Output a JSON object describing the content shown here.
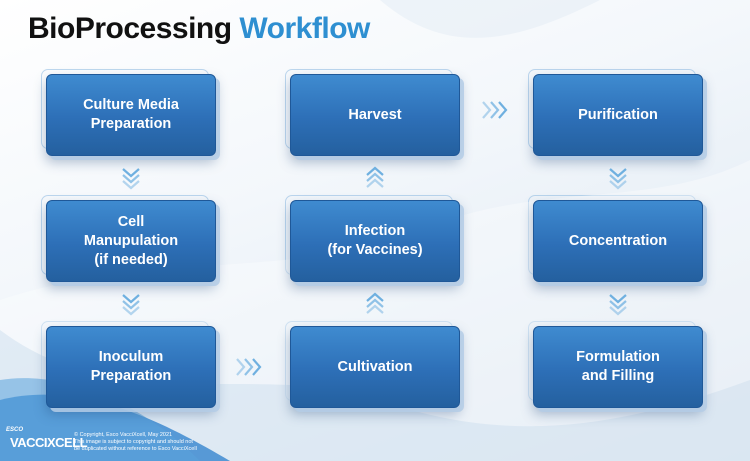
{
  "title": {
    "part1": "BioProcessing",
    "part2": "Workflow"
  },
  "colors": {
    "title_dark": "#111111",
    "title_accent": "#2e8fd1",
    "box_top": "#3f8bd0",
    "box_bottom": "#24609f",
    "arrow": "#6fb0e0"
  },
  "steps": {
    "culture_media": "Culture Media\nPreparation",
    "cell_manipulation": "Cell\nManupulation\n(if needed)",
    "inoculum": "Inoculum\nPreparation",
    "cultivation": "Cultivation",
    "infection": "Infection\n(for Vaccines)",
    "harvest": "Harvest",
    "purification": "Purification",
    "concentration": "Concentration",
    "formulation": "Formulation\nand Filling"
  },
  "arrow_icons": {
    "down": "chevron-down-icon",
    "up": "chevron-up-icon",
    "right": "chevron-right-icon"
  },
  "footer": {
    "logo_small": "ESCO",
    "logo_brand": "VACCIXCELL",
    "copyright_lines": [
      "© Copyright, Esco VacciXcell, May 2021",
      "This image is subject to copyright and should not",
      "be duplicated without reference to Esco VacciXcell"
    ]
  }
}
